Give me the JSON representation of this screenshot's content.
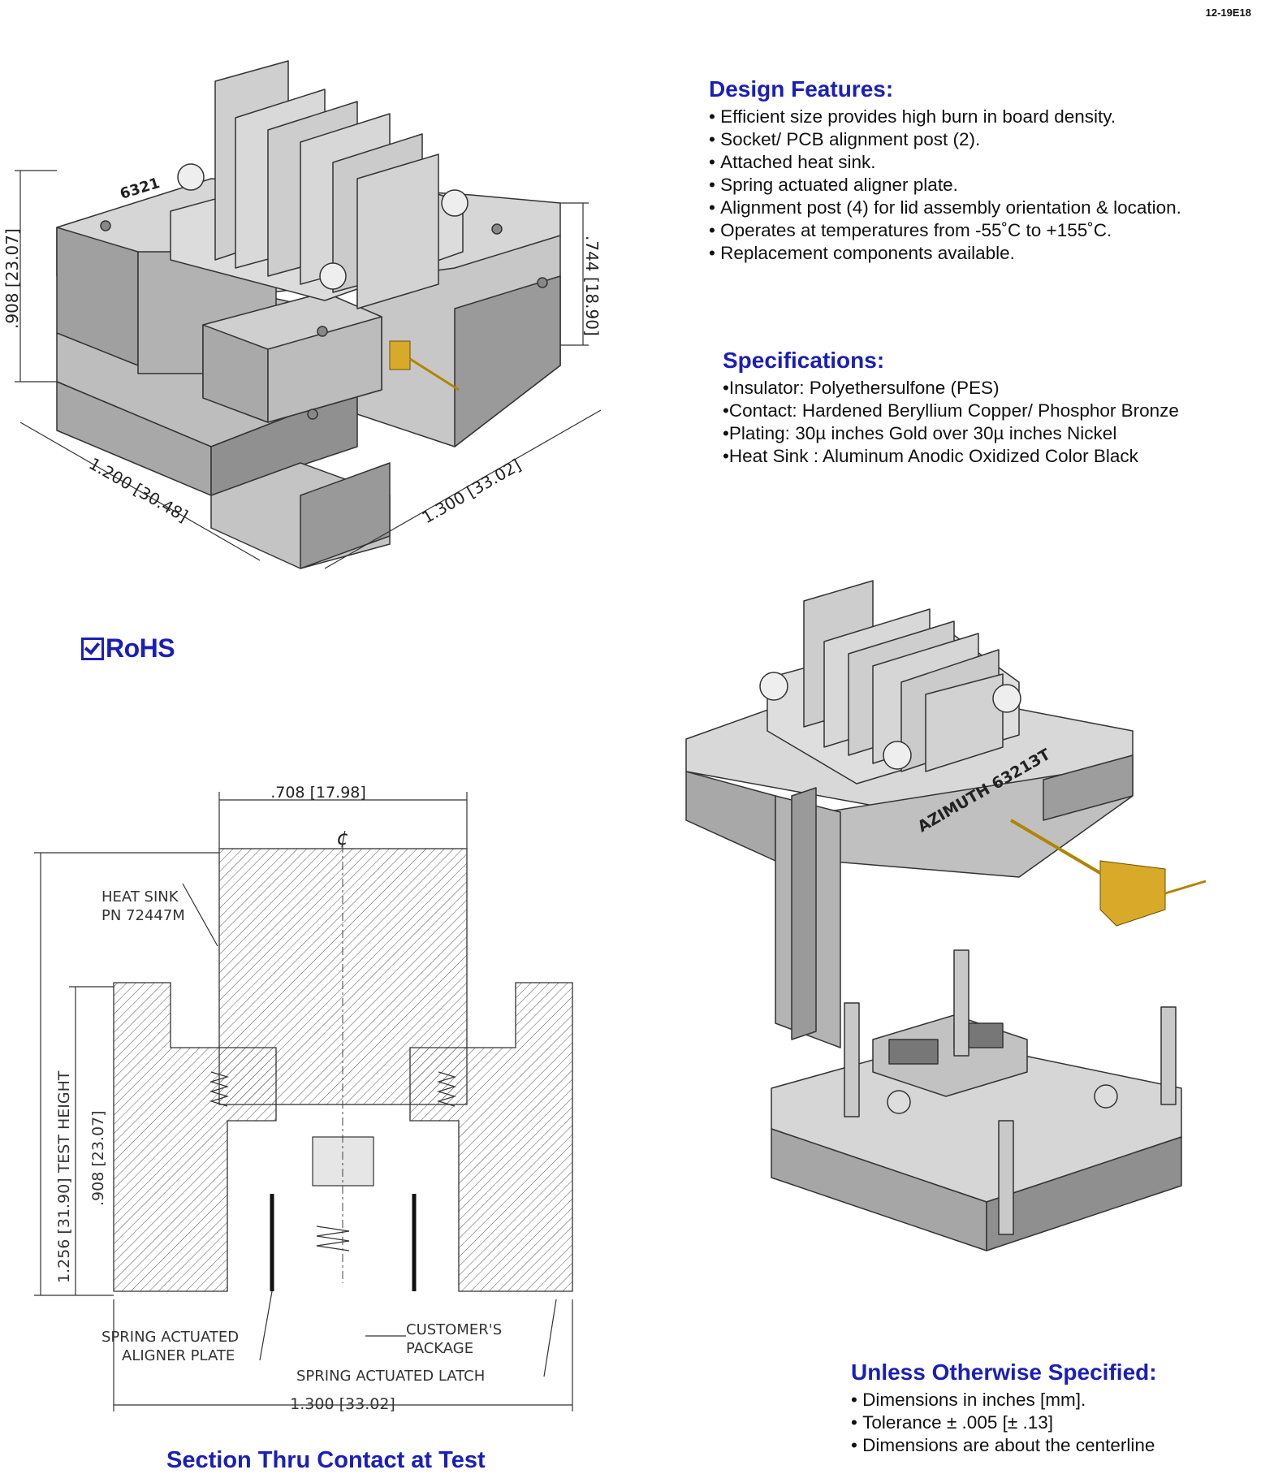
{
  "document": {
    "id": "12-19E18"
  },
  "design_features": {
    "heading": "Design Features:",
    "items": [
      "Efficient size provides high burn in board density.",
      "Socket/ PCB alignment post (2).",
      "Attached heat sink.",
      "Spring actuated aligner plate.",
      "Alignment post (4) for lid assembly orientation & location.",
      "Operates at temperatures from -55˚C to +155˚C.",
      "Replacement components available."
    ]
  },
  "specifications": {
    "heading": "Specifications:",
    "items": [
      "Insulator: Polyethersulfone  (PES)",
      "Contact: Hardened Beryllium Copper/ Phosphor Bronze",
      "Plating: 30µ inches Gold over 30µ inches Nickel",
      "Heat Sink : Aluminum Anodic Oxidized Color Black"
    ]
  },
  "rohs": {
    "label": "RoHS"
  },
  "iso_drawing": {
    "dim_height": ".908 [23.07]",
    "dim_right": ".744 [18.90]",
    "dim_width": "1.200 [30.48]",
    "dim_depth": "1.300 [33.02]",
    "lid_mark": "6321"
  },
  "exploded_drawing": {
    "lid_marking": "AZIMUTH  6321ЗT"
  },
  "section_drawing": {
    "caption": "Section Thru Contact at Test",
    "top_dim": ".708 [17.98]",
    "centerline": "¢",
    "heat_sink_line1": "HEAT SINK",
    "heat_sink_line2": "PN 72447M",
    "test_height": "1.256 [31.90]  TEST  HEIGHT",
    "inner_height": ".908 [23.07]",
    "aligner_line1": "SPRING ACTUATED",
    "aligner_line2": "ALIGNER PLATE",
    "package_line1": "CUSTOMER'S",
    "package_line2": "PACKAGE",
    "latch": "SPRING ACTUATED LATCH",
    "bottom_dim": "1.300 [33.02]"
  },
  "unless_specified": {
    "heading": "Unless Otherwise Specified:",
    "items": [
      "Dimensions in inches [mm].",
      "Tolerance ± .005 [± .13]",
      "Dimensions are about the centerline"
    ]
  }
}
